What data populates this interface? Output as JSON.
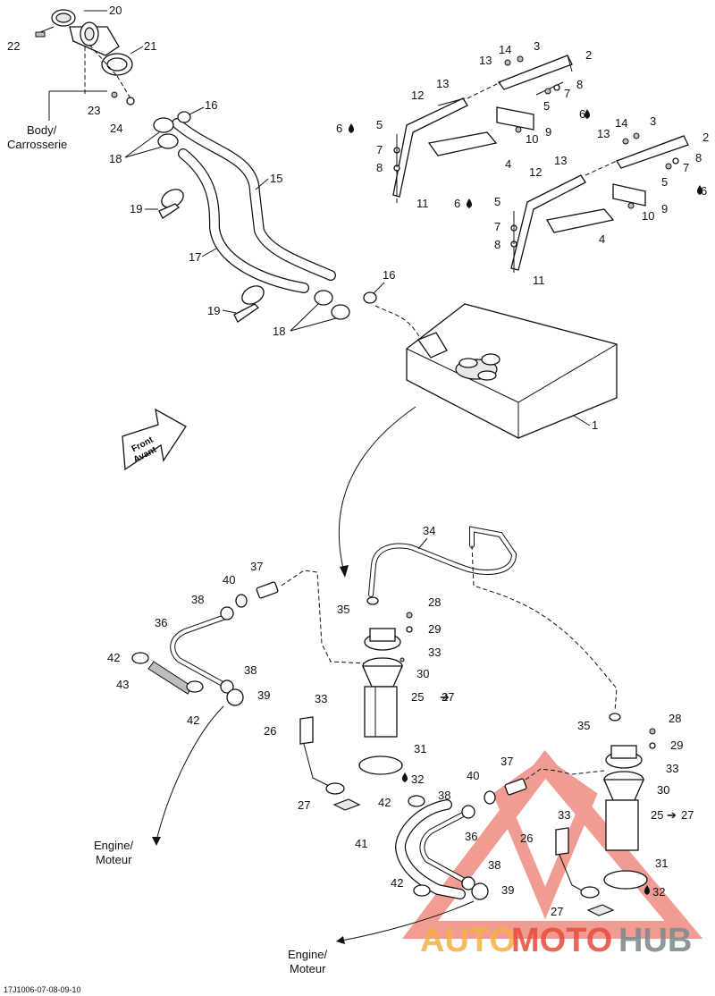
{
  "drawing_code": "17J1006-07-08-09-10",
  "callouts": {
    "c1": "1",
    "c2a": "2",
    "c2b": "2",
    "c3a": "3",
    "c3b": "3",
    "c4a": "4",
    "c4b": "4",
    "c5a": "5",
    "c5b": "5",
    "c5c": "5",
    "c5d": "5",
    "c6a": "6",
    "c6b": "6",
    "c6c": "6",
    "c6d": "6",
    "c7a": "7",
    "c7b": "7",
    "c7c": "7",
    "c7d": "7",
    "c8a": "8",
    "c8b": "8",
    "c8c": "8",
    "c8d": "8",
    "c9a": "9",
    "c9b": "9",
    "c10a": "10",
    "c10b": "10",
    "c11a": "11",
    "c11b": "11",
    "c12a": "12",
    "c12b": "12",
    "c13a": "13",
    "c13b": "13",
    "c13c": "13",
    "c13d": "13",
    "c14a": "14",
    "c14b": "14",
    "c15": "15",
    "c16a": "16",
    "c16b": "16",
    "c17": "17",
    "c18a": "18",
    "c18b": "18",
    "c19a": "19",
    "c19b": "19",
    "c20": "20",
    "c21": "21",
    "c22": "22",
    "c23": "23",
    "c24": "24",
    "c25a": "25",
    "c27a": "27",
    "c25b": "25",
    "c27b": "27",
    "c26a": "26",
    "c26b": "26",
    "c27c": "27",
    "c27d": "27",
    "c28a": "28",
    "c28b": "28",
    "c29a": "29",
    "c29b": "29",
    "c30a": "30",
    "c30b": "30",
    "c31a": "31",
    "c31b": "31",
    "c32a": "32",
    "c32b": "32",
    "c33a": "33",
    "c33b": "33",
    "c33c": "33",
    "c33d": "33",
    "c34": "34",
    "c35a": "35",
    "c35b": "35",
    "c36a": "36",
    "c36b": "36",
    "c37a": "37",
    "c37b": "37",
    "c38a": "38",
    "c38b": "38",
    "c38c": "38",
    "c38d": "38",
    "c39a": "39",
    "c39b": "39",
    "c40a": "40",
    "c40b": "40",
    "c41": "41",
    "c42a": "42",
    "c42b": "42",
    "c42c": "42",
    "c42d": "42",
    "c43": "43"
  },
  "labels": {
    "body_line1": "Body/",
    "body_line2": "Carrosserie",
    "engine1_line1": "Engine/",
    "engine1_line2": "Moteur",
    "engine2_line1": "Engine/",
    "engine2_line2": "Moteur",
    "front_line1": "Front",
    "front_line2": "Avant"
  },
  "watermark": {
    "part1": "AUTO",
    "part2": "MOTO",
    "part3": "HUB",
    "colors": {
      "auto": "#f5b041",
      "moto": "#e74c3c",
      "hub": "#7f8c8d"
    }
  },
  "icons": {
    "drop": "drop-icon",
    "arrow_to": "arrow-right-icon",
    "front_arrow": "front-arrow-icon"
  }
}
